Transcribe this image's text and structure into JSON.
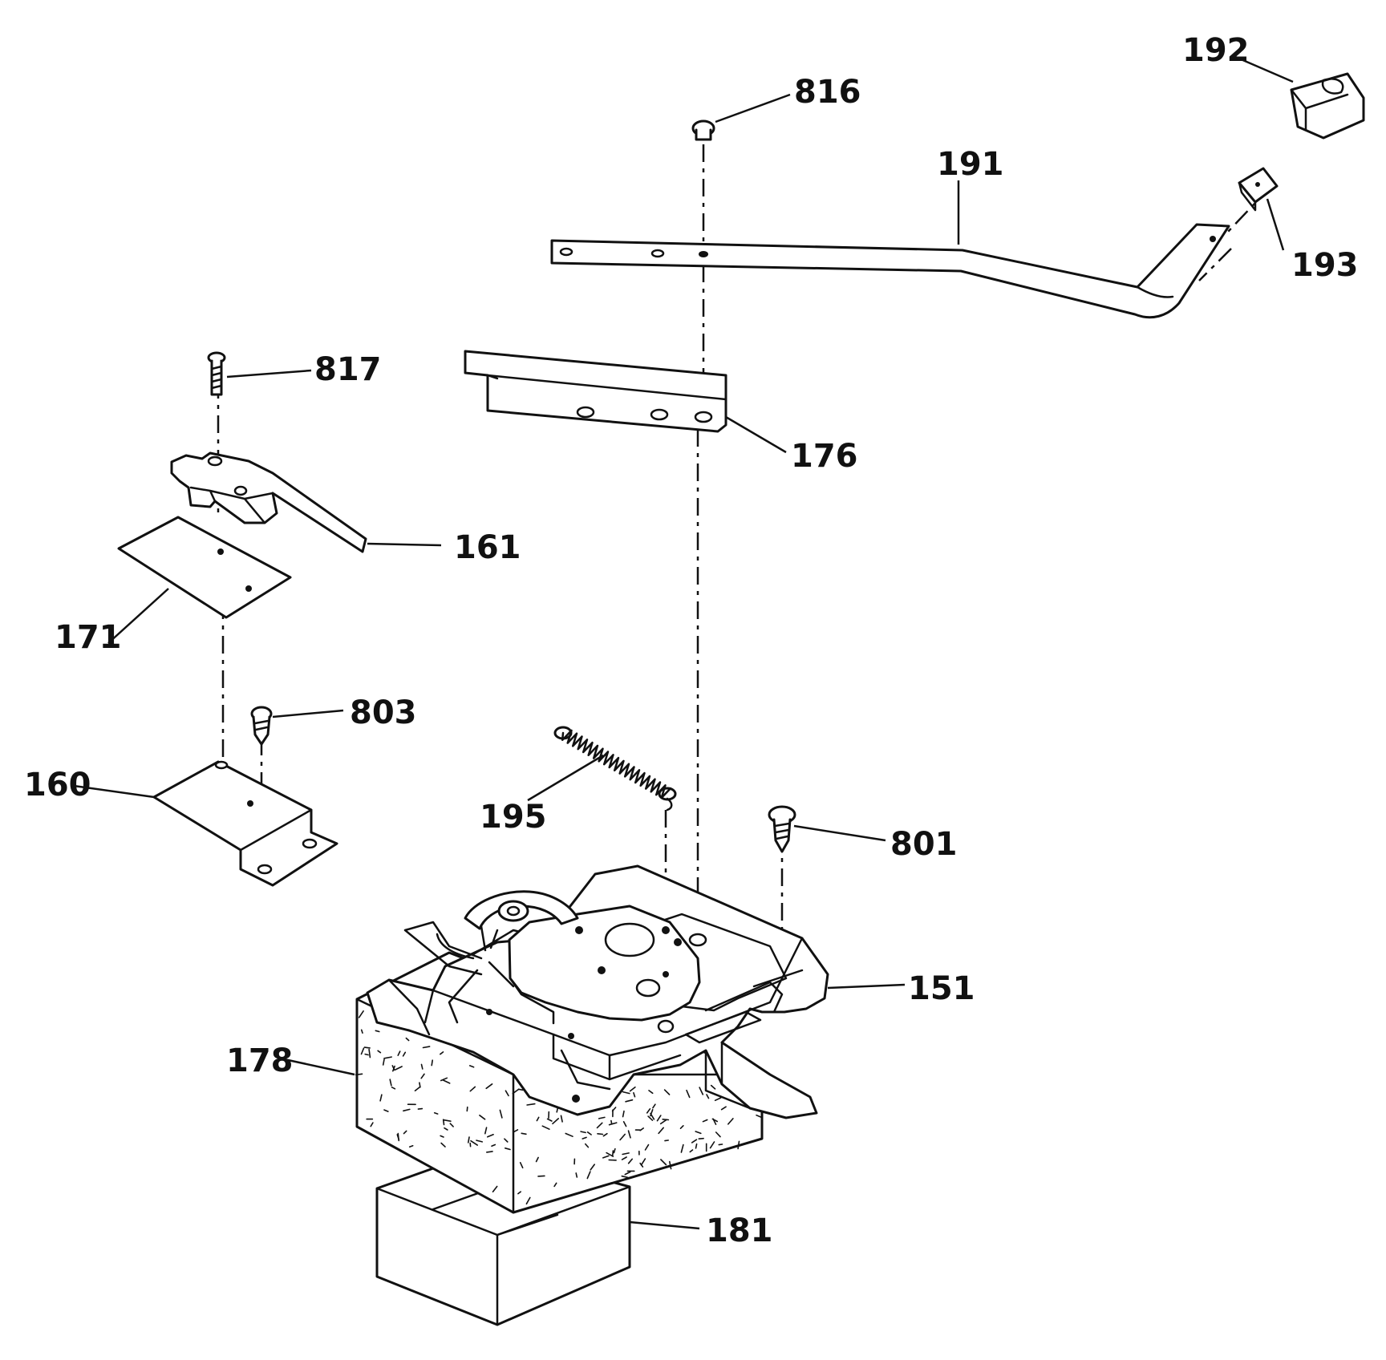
{
  "colors": {
    "ink": "#111111",
    "paper": "#ffffff"
  },
  "callouts": {
    "c192": "192",
    "c816": "816",
    "c191": "191",
    "c193": "193",
    "c817": "817",
    "c176": "176",
    "c161": "161",
    "c171": "171",
    "c803": "803",
    "c160": "160",
    "c195": "195",
    "c801": "801",
    "c151": "151",
    "c178": "178",
    "c181": "181"
  }
}
